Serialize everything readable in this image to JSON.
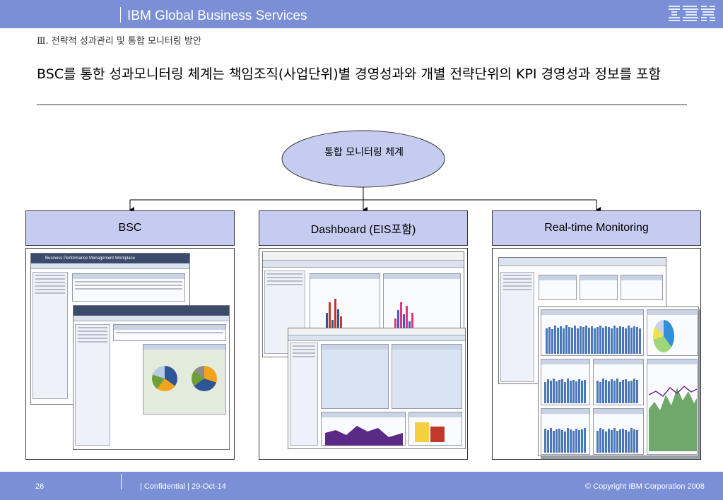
{
  "header": {
    "title": "IBM Global Business Services",
    "logo_icon": "ibm-logo-icon",
    "band_color": "#7b8fd6"
  },
  "slide": {
    "subtitle": "Ⅲ. 전략적 성과관리 및 통합 모니터링 방안",
    "headline": "BSC를 통한 성과모니터링 체계는 책임조직(사업단위)별 경영성과와 개별 전략단위의 KPI 경영성과 정보를 포함"
  },
  "diagram": {
    "root": "통합 모니터링 체계",
    "branches": [
      {
        "label": "BSC"
      },
      {
        "label": "Dashboard (EIS포함)"
      },
      {
        "label": "Real-time Monitoring"
      }
    ],
    "box_color": "#c5ccf0",
    "ellipse_color": "#c5ccf0"
  },
  "screens": {
    "bsc_title": "Business Performance Management Workplace"
  },
  "footer": {
    "page": "26",
    "confidential": "| Confidential | 29-Oct-14",
    "copyright": "© Copyright IBM Corporation 2008"
  }
}
